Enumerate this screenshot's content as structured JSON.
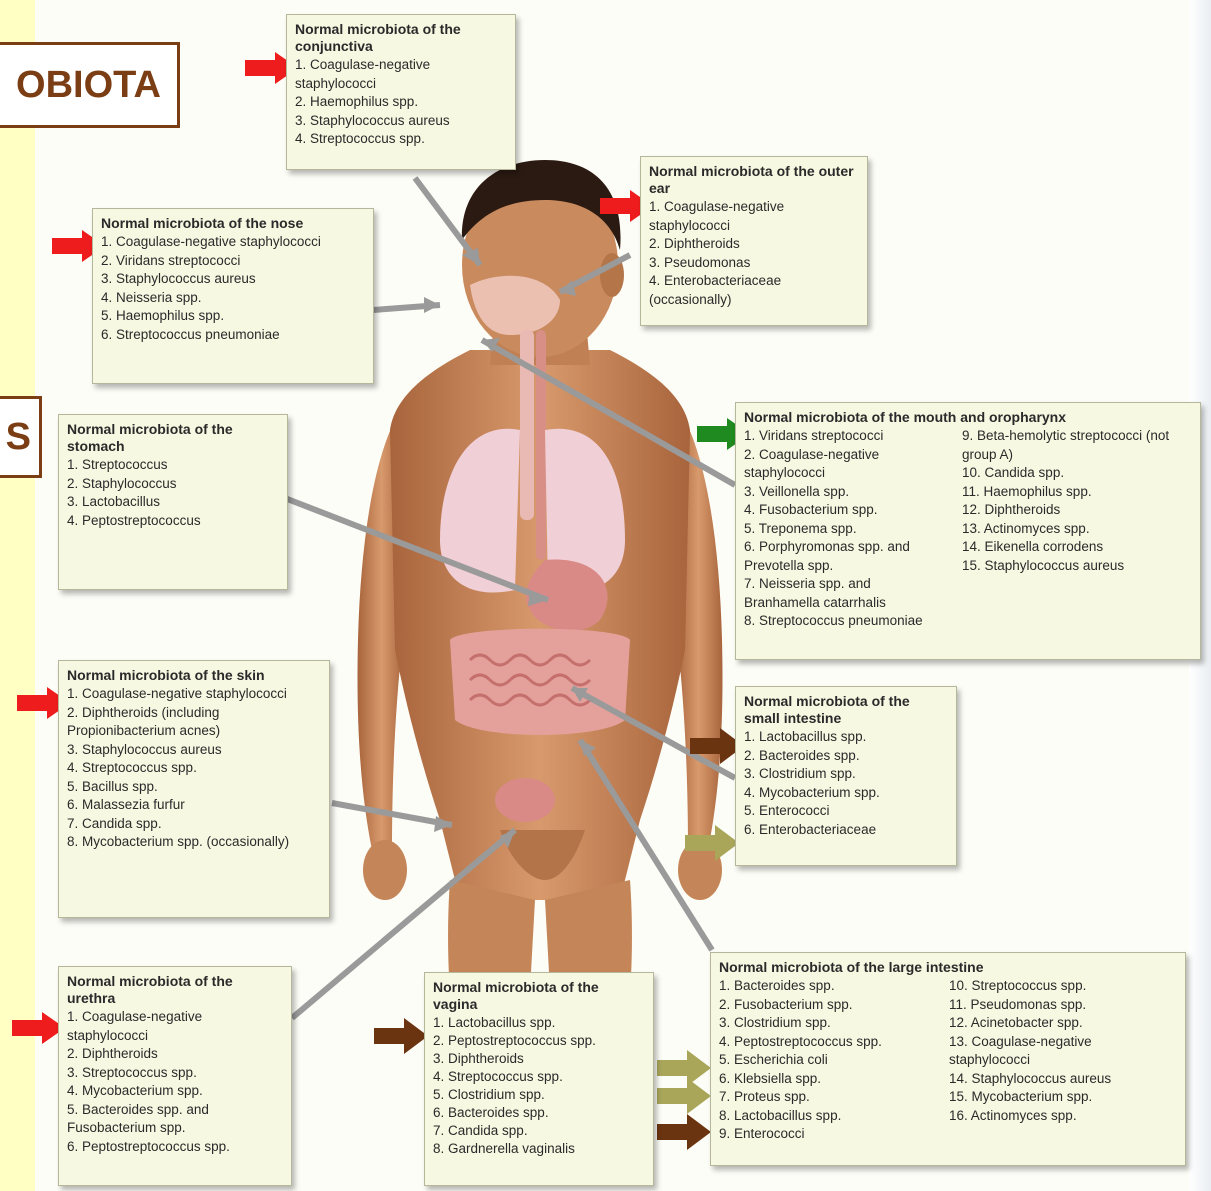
{
  "titles": {
    "main": "OBIOTA",
    "side": "S"
  },
  "boxes": {
    "conjunctiva": {
      "header": "Normal microbiota of the conjunctiva",
      "items": [
        "1. Coagulase-negative staphylococci",
        "2. Haemophilus spp.",
        "3. Staphylococcus aureus",
        "4. Streptococcus spp."
      ]
    },
    "outer_ear": {
      "header": "Normal microbiota of the outer ear",
      "items": [
        "1. Coagulase-negative staphylococci",
        "2. Diphtheroids",
        "3. Pseudomonas",
        "4. Enterobacteriaceae (occasionally)"
      ]
    },
    "nose": {
      "header": "Normal microbiota of the nose",
      "items": [
        "1. Coagulase-negative staphylococci",
        "2. Viridans streptococci",
        "3. Staphylococcus aureus",
        "4. Neisseria spp.",
        "5. Haemophilus spp.",
        "6. Streptococcus pneumoniae"
      ]
    },
    "stomach": {
      "header": "Normal microbiota of the stomach",
      "items": [
        "1. Streptococcus",
        "2. Staphylococcus",
        "3. Lactobacillus",
        "4. Peptostreptococcus"
      ]
    },
    "mouth": {
      "header": "Normal microbiota of the mouth and oropharynx",
      "col1": [
        "1. Viridans streptococci",
        "2. Coagulase-negative staphylococci",
        "3. Veillonella spp.",
        "4. Fusobacterium spp.",
        "5. Treponema spp.",
        "6. Porphyromonas spp. and Prevotella spp.",
        "7. Neisseria spp. and Branhamella catarrhalis",
        "8. Streptococcus pneumoniae"
      ],
      "col2": [
        "9. Beta-hemolytic streptococci (not group A)",
        "10. Candida spp.",
        "11. Haemophilus spp.",
        "12. Diphtheroids",
        "13. Actinomyces spp.",
        "14. Eikenella corrodens",
        "15. Staphylococcus aureus"
      ]
    },
    "skin": {
      "header": "Normal microbiota of the skin",
      "items": [
        "1. Coagulase-negative staphylococci",
        "2. Diphtheroids (including Propionibacterium acnes)",
        "3. Staphylococcus aureus",
        "4. Streptococcus spp.",
        "5. Bacillus spp.",
        "6. Malassezia furfur",
        "7. Candida spp.",
        "8. Mycobacterium spp. (occasionally)"
      ]
    },
    "small_intestine": {
      "header": "Normal microbiota of the small intestine",
      "items": [
        "1. Lactobacillus spp.",
        "2. Bacteroides spp.",
        "3. Clostridium spp.",
        "4. Mycobacterium spp.",
        "5. Enterococci",
        "6. Enterobacteriaceae"
      ]
    },
    "urethra": {
      "header": "Normal microbiota of the urethra",
      "items": [
        "1. Coagulase-negative staphylococci",
        "2. Diphtheroids",
        "3. Streptococcus spp.",
        "4. Mycobacterium spp.",
        "5. Bacteroides spp. and Fusobacterium spp.",
        "6. Peptostreptococcus spp."
      ]
    },
    "vagina": {
      "header": "Normal microbiota of the vagina",
      "items": [
        "1. Lactobacillus spp.",
        "2. Peptostreptococcus spp.",
        "3. Diphtheroids",
        "4. Streptococcus spp.",
        "5. Clostridium spp.",
        "6. Bacteroides spp.",
        "7. Candida spp.",
        "8. Gardnerella vaginalis"
      ]
    },
    "large_intestine": {
      "header": "Normal microbiota of the large intestine",
      "col1": [
        "1. Bacteroides spp.",
        "2. Fusobacterium spp.",
        "3. Clostridium spp.",
        "4. Peptostreptococcus spp.",
        "5. Escherichia coli",
        "6. Klebsiella spp.",
        "7. Proteus spp.",
        "8. Lactobacillus spp.",
        "9. Enterococci"
      ],
      "col2": [
        "10. Streptococcus spp.",
        "11. Pseudomonas spp.",
        "12. Acinetobacter spp.",
        "13. Coagulase-negative staphylococci",
        "14. Staphylococcus aureus",
        "15. Mycobacterium spp.",
        "16. Actinomyces spp."
      ]
    }
  },
  "colors": {
    "red_marker": "#ee1c1c",
    "green_marker": "#1f8a1f",
    "brown_marker": "#6b3410",
    "olive_marker": "#a9a65a",
    "title_brown": "#7a3d14",
    "box_fill": "#f7f8e2",
    "skin": "#c98a5e"
  }
}
